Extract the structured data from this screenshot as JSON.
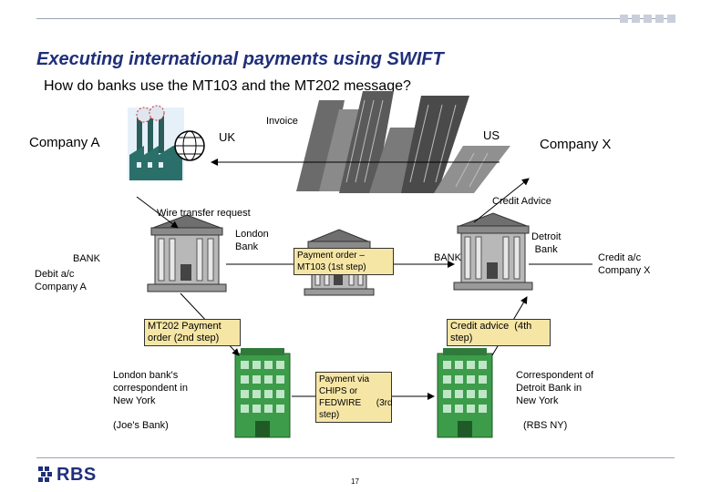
{
  "header": {
    "title": "Executing international payments using SWIFT",
    "subtitle": "How do banks use the MT103 and the MT202 message?"
  },
  "parties": {
    "company_a": "Company A",
    "company_x": "Company X",
    "uk": "UK",
    "us": "US",
    "invoice": "Invoice",
    "wire_transfer_request": "Wire transfer request",
    "credit_advice": "Credit Advice"
  },
  "banks": {
    "london_bank": "London\nBank",
    "bank_left": "BANK",
    "debit_ac": "Debit a/c\nCompany A",
    "bank_right": "BANK",
    "detroit_bank": "Detroit\nBank",
    "credit_ac": "Credit a/c\nCompany X",
    "payment_order": "Payment order –\nMT103 (1st step)",
    "mt202": "MT202 Payment\norder (2nd step)",
    "credit_advice_4": "Credit advice  (4th\nstep)"
  },
  "correspondents": {
    "london_correspondent": "London bank's\ncorrespondent in\nNew York",
    "joes_bank": "(Joe's Bank)",
    "payment_via": "Payment via\nCHIPS or\nFEDWIRE      (3rd\nstep)",
    "detroit_correspondent": "Correspondent of\nDetroit Bank in\nNew York",
    "rbs_ny": "(RBS NY)"
  },
  "footer": {
    "logo_text": "RBS",
    "page_number": "17"
  },
  "colors": {
    "title_blue": "#1f2f7a",
    "box_fill": "#f6e6a6",
    "building_green": "#3c9c4a"
  }
}
